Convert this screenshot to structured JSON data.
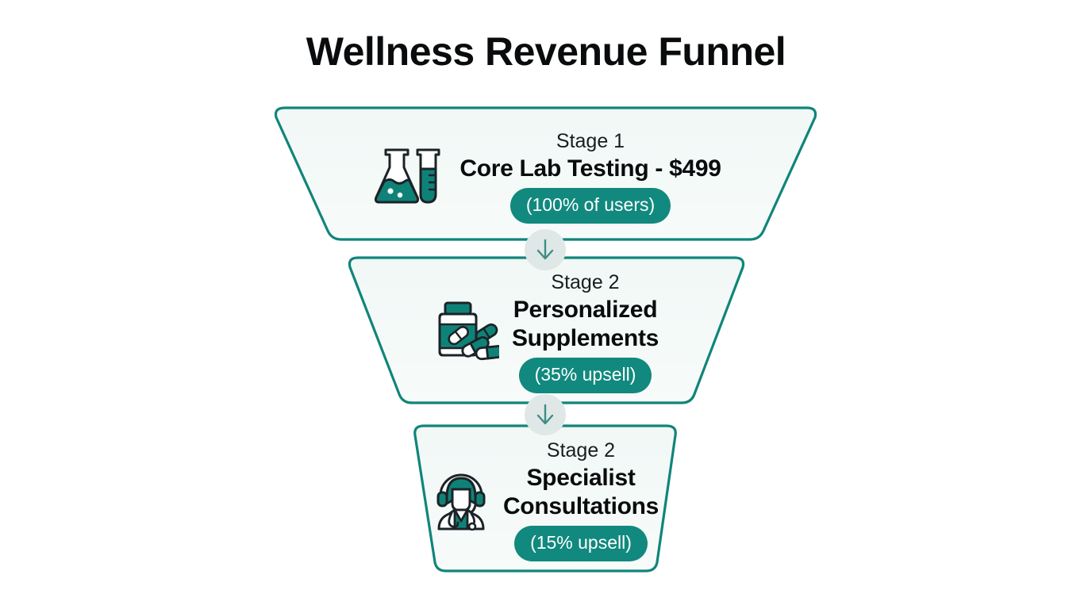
{
  "title": "Wellness Revenue Funnel",
  "theme": {
    "accent": "#11897e",
    "stroke": "#10857a",
    "fill_top": "#f2f9f7",
    "fill_bottom": "#f6faf9",
    "badge_bg": "#11897e",
    "badge_text": "#ffffff",
    "title_color": "#090b0c",
    "connector_bg": "#dfe8e6",
    "connector_arrow": "#3f8d85",
    "icon_teal": "#0f8278",
    "icon_dark": "#1c2327",
    "background": "#ffffff"
  },
  "chart_data": {
    "type": "funnel",
    "title": "Wellness Revenue Funnel",
    "stages": [
      {
        "label": "Stage 1",
        "name": "Core Lab Testing - $499",
        "badge": "(100% of users)",
        "value": 100,
        "unit": "% of users",
        "icon": "lab-flask-testtube-icon"
      },
      {
        "label": "Stage 2",
        "name": "Personalized Supplements",
        "badge": "(35% upsell)",
        "value": 35,
        "unit": "% upsell",
        "icon": "supplement-bottle-pills-icon"
      },
      {
        "label": "Stage 2",
        "name": "Specialist Consultations",
        "badge": "(15% upsell)",
        "value": 15,
        "unit": "% upsell",
        "icon": "specialist-headset-stethoscope-icon"
      }
    ],
    "connectors": [
      "down-arrow",
      "down-arrow"
    ]
  },
  "stages": [
    {
      "label": "Stage 1",
      "title": "Core Lab Testing - $499",
      "badge": "(100% of users)"
    },
    {
      "label": "Stage 2",
      "title_line1": "Personalized",
      "title_line2": "Supplements",
      "badge": "(35% upsell)"
    },
    {
      "label": "Stage 2",
      "title_line1": "Specialist",
      "title_line2": "Consultations",
      "badge": "(15% upsell)"
    }
  ]
}
